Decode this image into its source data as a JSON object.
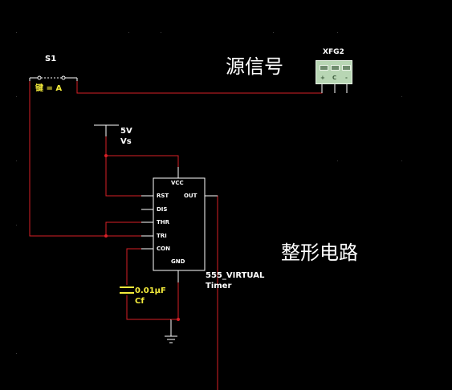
{
  "switch": {
    "ref": "S1",
    "key_label": "键 = A"
  },
  "generator": {
    "ref": "XFG2",
    "terminals": [
      "+",
      "C",
      "-"
    ]
  },
  "annotations": {
    "source_signal": "源信号",
    "shaping_circuit": "整形电路"
  },
  "power": {
    "value": "5V",
    "name": "Vs"
  },
  "timer": {
    "model": "555_VIRTUAL",
    "type": "Timer",
    "pins": {
      "vcc": "VCC",
      "rst": "RST",
      "out": "OUT",
      "dis": "DIS",
      "thr": "THR",
      "tri": "TRI",
      "con": "CON",
      "gnd": "GND"
    }
  },
  "capacitor": {
    "value": "0.01μF",
    "name": "Cf"
  },
  "colors": {
    "background": "#000000",
    "wire": "#d81f26",
    "component": "#ffffff",
    "label_yellow": "#f4ec3c",
    "generator_body": "#b8d6b4"
  }
}
